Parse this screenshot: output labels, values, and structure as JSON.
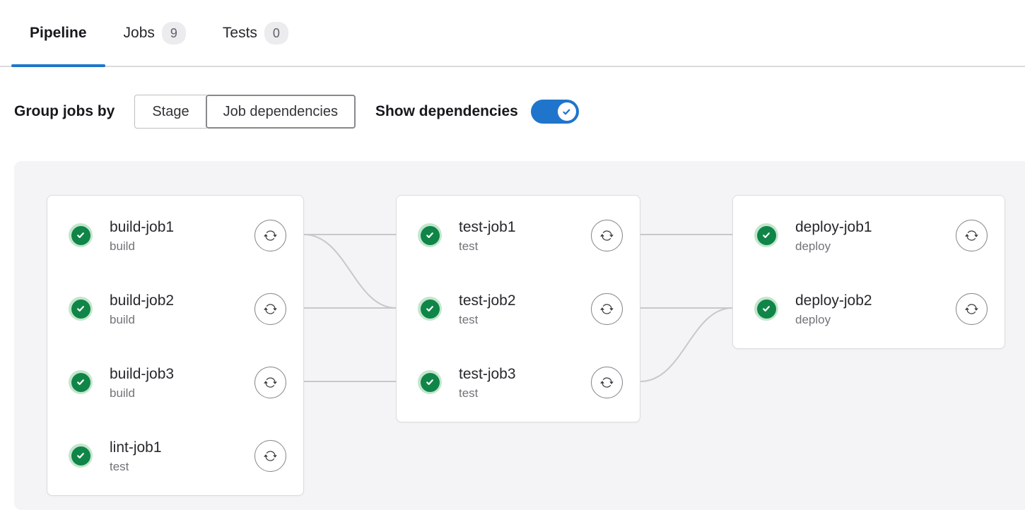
{
  "tabs": {
    "items": [
      {
        "label": "Pipeline",
        "active": true
      },
      {
        "label": "Jobs",
        "badge": "9"
      },
      {
        "label": "Tests",
        "badge": "0"
      }
    ]
  },
  "toolbar": {
    "group_jobs_by_label": "Group jobs by",
    "segments": [
      {
        "label": "Stage",
        "selected": false
      },
      {
        "label": "Job dependencies",
        "selected": true
      }
    ],
    "show_dependencies_label": "Show dependencies",
    "show_dependencies_enabled": true
  },
  "graph": {
    "columns": [
      {
        "jobs": [
          {
            "name": "build-job1",
            "stage": "build",
            "status": "success"
          },
          {
            "name": "build-job2",
            "stage": "build",
            "status": "success"
          },
          {
            "name": "build-job3",
            "stage": "build",
            "status": "success"
          },
          {
            "name": "lint-job1",
            "stage": "test",
            "status": "success"
          }
        ]
      },
      {
        "jobs": [
          {
            "name": "test-job1",
            "stage": "test",
            "status": "success"
          },
          {
            "name": "test-job2",
            "stage": "test",
            "status": "success"
          },
          {
            "name": "test-job3",
            "stage": "test",
            "status": "success"
          }
        ]
      },
      {
        "jobs": [
          {
            "name": "deploy-job1",
            "stage": "deploy",
            "status": "success"
          },
          {
            "name": "deploy-job2",
            "stage": "deploy",
            "status": "success"
          }
        ]
      }
    ],
    "dependencies": [
      "build-job1 -> test-job1",
      "build-job1 -> test-job2",
      "build-job2 -> test-job2",
      "build-job3 -> test-job3",
      "test-job1 -> deploy-job1",
      "test-job2 -> deploy-job2",
      "test-job3 -> deploy-job2"
    ]
  },
  "icons": {
    "status_success": "check-circle",
    "retry": "circular-arrows",
    "toggle_check": "check"
  },
  "colors": {
    "accent_blue": "#1f75cb",
    "success_green": "#108548",
    "success_ring": "#c3e6cd",
    "graph_background": "#f4f4f6",
    "card_border": "#dcdcde",
    "dependency_line": "#c8c8cc"
  }
}
